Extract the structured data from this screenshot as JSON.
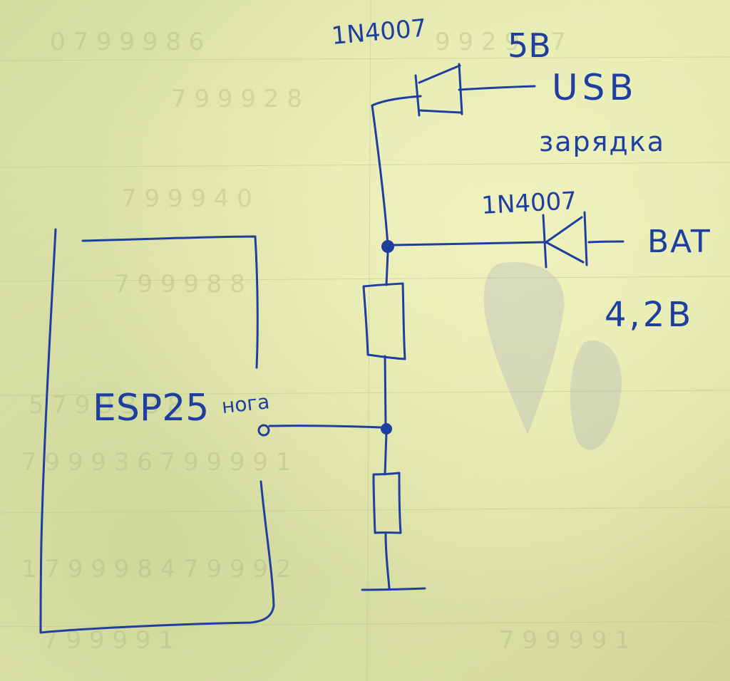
{
  "diagram": {
    "ink_color": "#1f3fa0",
    "labels": {
      "diode_usb_part": "1N4007",
      "usb_voltage": "5В",
      "usb": "USB",
      "charging": "зарядка",
      "diode_bat_part": "1N4007",
      "bat": "BAT",
      "bat_voltage": "4,2В",
      "mcu": "ESP25",
      "pin": "нога"
    },
    "components": [
      {
        "name": "mcu-board",
        "kind": "module",
        "label": "ESP25"
      },
      {
        "name": "usb-diode",
        "kind": "diode",
        "part": "1N4007",
        "source": "USB 5В"
      },
      {
        "name": "bat-diode",
        "kind": "diode",
        "part": "1N4007",
        "source": "BAT 4,2В"
      },
      {
        "name": "resistor-top",
        "kind": "resistor"
      },
      {
        "name": "resistor-bottom",
        "kind": "resistor"
      },
      {
        "name": "ground",
        "kind": "ground"
      }
    ],
    "connections": [
      {
        "from": "USB",
        "to": "usb-diode"
      },
      {
        "from": "usb-diode",
        "to": "top-junction"
      },
      {
        "from": "BAT",
        "to": "bat-diode"
      },
      {
        "from": "bat-diode",
        "to": "top-junction"
      },
      {
        "from": "top-junction",
        "to": "resistor-top"
      },
      {
        "from": "resistor-top",
        "to": "mid-junction"
      },
      {
        "from": "mid-junction",
        "to": "mcu-board"
      },
      {
        "from": "mid-junction",
        "to": "resistor-bottom"
      },
      {
        "from": "resistor-bottom",
        "to": "ground"
      }
    ]
  }
}
